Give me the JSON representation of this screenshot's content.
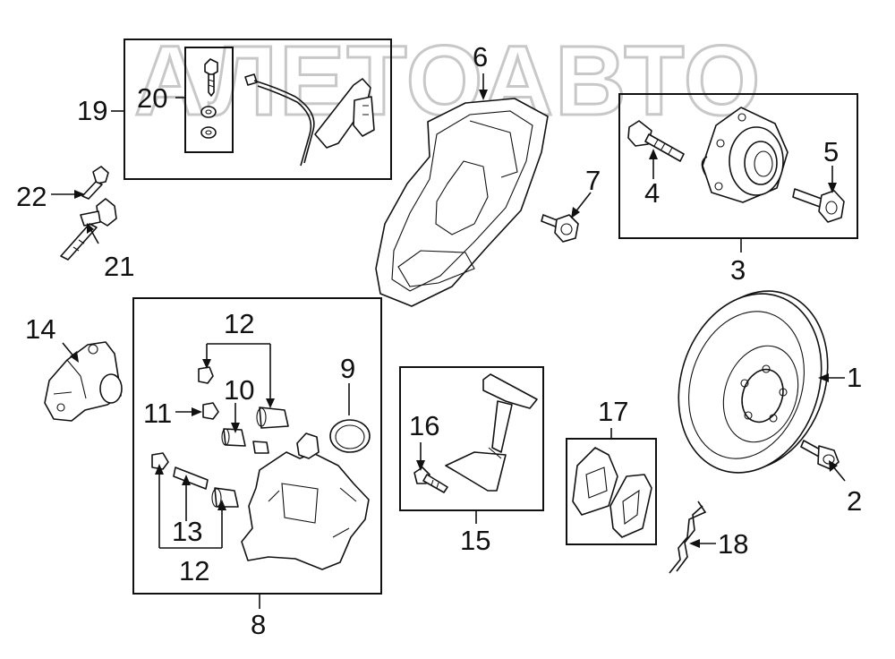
{
  "watermark": "АЛЕТОАВТО",
  "labels": {
    "l1": "1",
    "l2": "2",
    "l3": "3",
    "l4": "4",
    "l5": "5",
    "l6": "6",
    "l7": "7",
    "l8": "8",
    "l9": "9",
    "l10": "10",
    "l11": "11",
    "l12a": "12",
    "l12b": "12",
    "l13": "13",
    "l14": "14",
    "l15": "15",
    "l16": "16",
    "l17": "17",
    "l18": "18",
    "l19": "19",
    "l20": "20",
    "l21": "21",
    "l22": "22"
  },
  "colors": {
    "line": "#111111",
    "watermark": "#c8c8c8",
    "background": "#ffffff"
  }
}
